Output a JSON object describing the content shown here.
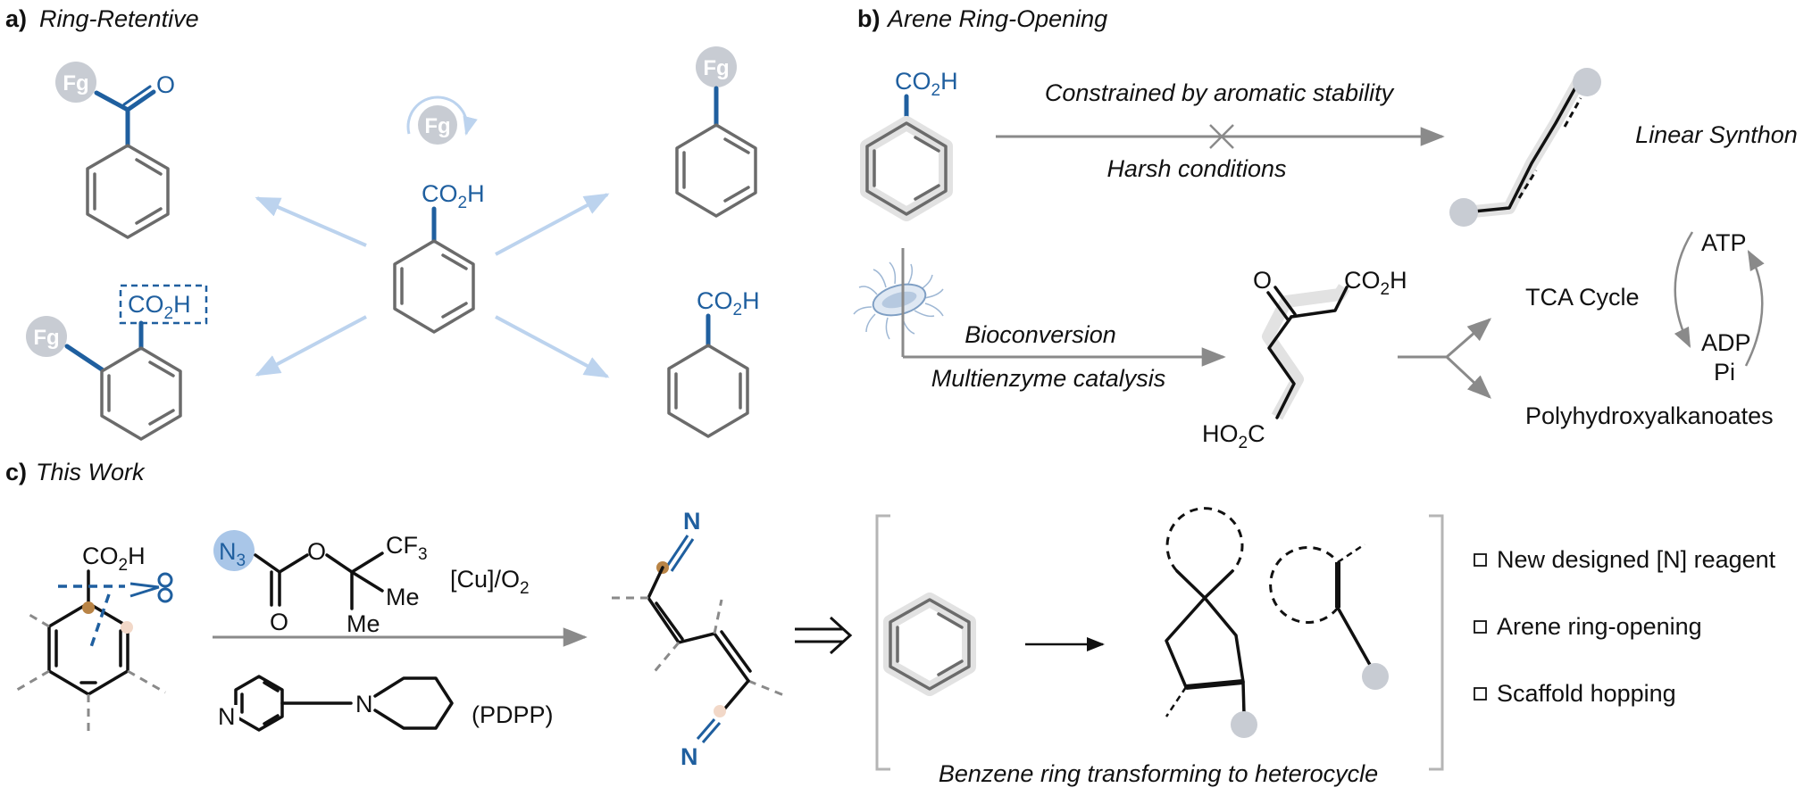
{
  "panel_a": {
    "label": "a)",
    "title": "Ring-Retentive",
    "fg": "Fg",
    "carbonyl_o": "O",
    "co2h_top": "CO",
    "co2h_box": "CO",
    "co2h_right": "CO",
    "sub2": "2",
    "h": "H"
  },
  "panel_b": {
    "label": "b)",
    "title": "Arene Ring-Opening",
    "co2h_start": "CO",
    "constrained": "Constrained by aromatic stability",
    "harsh": "Harsh conditions",
    "linear_synthon": "Linear Synthon",
    "bioconversion": "Bioconversion",
    "multienzyme": "Multienzyme catalysis",
    "keto_o": "O",
    "keto_co2h": "CO",
    "ho2c_a": "HO",
    "ho2c_b": "C",
    "tca": "TCA Cycle",
    "atp": "ATP",
    "adp": "ADP",
    "pi": "Pi",
    "pha": "Polyhydroxyalkanoates"
  },
  "panel_c": {
    "label": "c)",
    "title": "This Work",
    "co2h": "CO",
    "n3": "N",
    "n3_sub": "3",
    "carb_o1": "O",
    "carb_o2": "O",
    "cf3": "CF",
    "cf3_sub": "3",
    "me1": "Me",
    "me2": "Me",
    "cu_a": "[Cu]/O",
    "cu_sub": "2",
    "pyr_n": "N",
    "pip_n": "N",
    "pdpp": "(PDPP)",
    "nitrile_n1": "N",
    "nitrile_n2": "N",
    "benzene_caption": "Benzene ring transforming to heterocycle",
    "features": [
      "New designed [N] reagent",
      "Arene ring-opening",
      "Scaffold hopping"
    ]
  },
  "colors": {
    "accent_blue": "#1f5f9f",
    "light_blue_arrow": "#bcd3ee",
    "grey_circle": "#c8ccd3",
    "orange_dot": "#b98446",
    "peach_dot": "#f2d8c8"
  }
}
